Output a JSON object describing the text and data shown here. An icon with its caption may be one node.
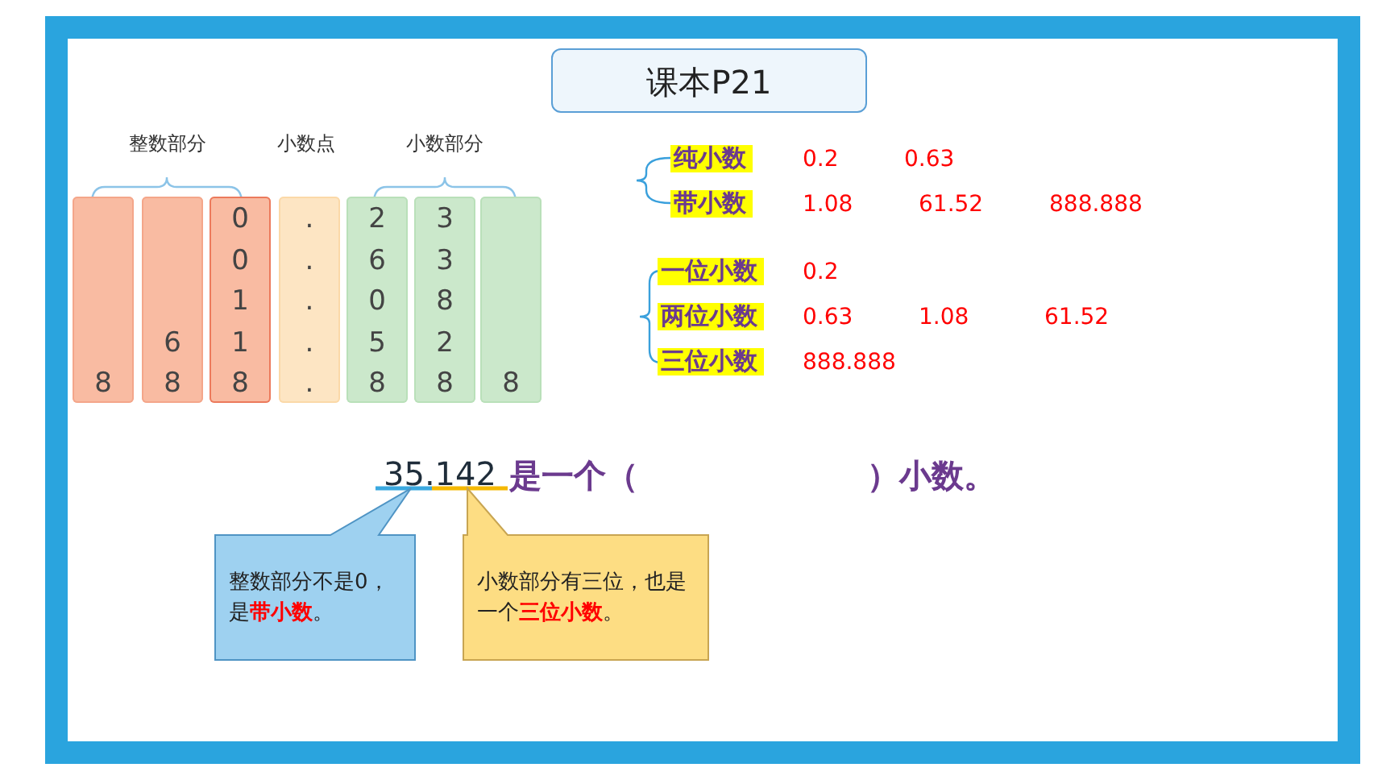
{
  "diagram": {
    "nodes": [
      {
        "text": [
          "课本P21"
        ]
      },
      {
        "text": [
          "8"
        ]
      },
      {
        "text": [
          "6",
          "8"
        ]
      },
      {
        "text": [
          "0",
          "0",
          "1",
          "1",
          "8"
        ]
      },
      {
        "text": [
          ".",
          ".",
          ".",
          ".",
          "."
        ]
      },
      {
        "text": [
          "2",
          "6",
          "0",
          "5",
          "8"
        ]
      },
      {
        "text": [
          "3",
          "3",
          "8",
          "2",
          "8"
        ]
      },
      {
        "text": [
          "8"
        ]
      },
      {
        "text": [
          "纯小数"
        ]
      },
      {
        "text": [
          "带小数"
        ]
      },
      {
        "text": [
          "一位小数"
        ]
      },
      {
        "text": [
          "两位小数"
        ]
      },
      {
        "text": [
          "三位小数"
        ]
      },
      {
        "text": [
          "整数部分不是0，是**带小数**。"
        ]
      },
      {
        "text": [
          "小数部分有三位，也是一个**三位小数**。"
        ]
      }
    ],
    "labels": [
      "整数部分",
      "小数点",
      "小数部分",
      "0.2",
      "0.63",
      "1.08",
      "61.52",
      "888.888",
      "0.2",
      "0.63",
      "1.08",
      "61.52",
      "888.888",
      "35.142",
      "是一个（",
      "）小数。"
    ]
  }
}
